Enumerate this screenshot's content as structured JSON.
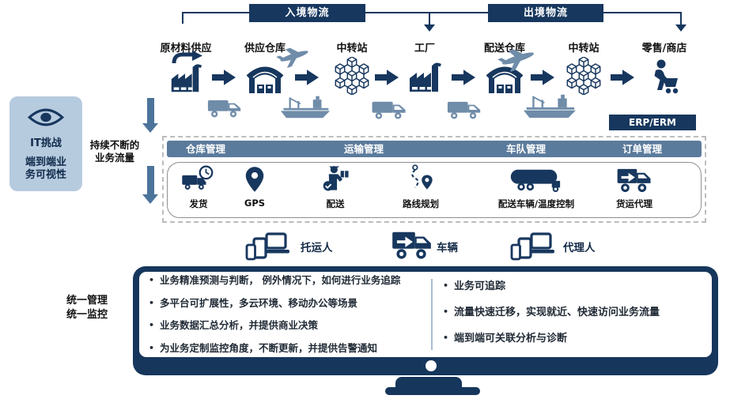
{
  "header": {
    "inbound": "入境物流",
    "outbound": "出境物流",
    "erp": "ERP/ERM"
  },
  "chain": {
    "stations": [
      {
        "label": "原材料供应",
        "icon": "factory-arrow-icon"
      },
      {
        "label": "供应仓库",
        "icon": "warehouse-icon"
      },
      {
        "label": "中转站",
        "icon": "cube-network-icon"
      },
      {
        "label": "工厂",
        "icon": "factory-icon"
      },
      {
        "label": "配送仓库",
        "icon": "warehouse-icon"
      },
      {
        "label": "中转站",
        "icon": "cube-network-icon"
      },
      {
        "label": "零售/商店",
        "icon": "shopper-cart-icon"
      }
    ]
  },
  "sidebar": {
    "title": "IT挑战",
    "subtitle_line1": "端到端业",
    "subtitle_line2": "务可视性"
  },
  "flow": {
    "line1": "持续不断的",
    "line2": "业务流量"
  },
  "management": {
    "sections": [
      "仓库管理",
      "运输管理",
      "车队管理",
      "订单管理"
    ],
    "services": [
      {
        "label": "发货",
        "icon": "truck-clock-icon"
      },
      {
        "label": "GPS",
        "icon": "map-pin-icon"
      },
      {
        "label": "配送",
        "icon": "courier-icon"
      },
      {
        "label": "路线规划",
        "icon": "route-pin-icon"
      },
      {
        "label": "配送车辆/温度控制",
        "icon": "tanker-truck-icon"
      },
      {
        "label": "货运代理",
        "icon": "freight-truck-icon"
      }
    ]
  },
  "actors": [
    {
      "label": "托运人",
      "icon": "devices-icon"
    },
    {
      "label": "车辆",
      "icon": "freight-truck-icon"
    },
    {
      "label": "代理人",
      "icon": "devices-icon"
    }
  ],
  "monitor": {
    "side_label_line1": "统一管理",
    "side_label_line2": "统一监控",
    "left_bullets": [
      "业务精准预测与判断， 例外情况下，如何进行业务追踪",
      "多平台可扩展性，多云环境、移动办公等场景",
      "业务数据汇总分析，并提供商业决策",
      "为业务定制监控角度，不断更新，并提供告警通知"
    ],
    "right_bullets": [
      "业务可追踪",
      "流量快速迁移，实现就近、快速访问业务流量",
      "端到端可关联分析与诊断"
    ]
  },
  "colors": {
    "navy": "#17375E",
    "steel": "#5B7B9C",
    "slate": "#6F8CA9",
    "light_blue": "#B7CBDF"
  }
}
